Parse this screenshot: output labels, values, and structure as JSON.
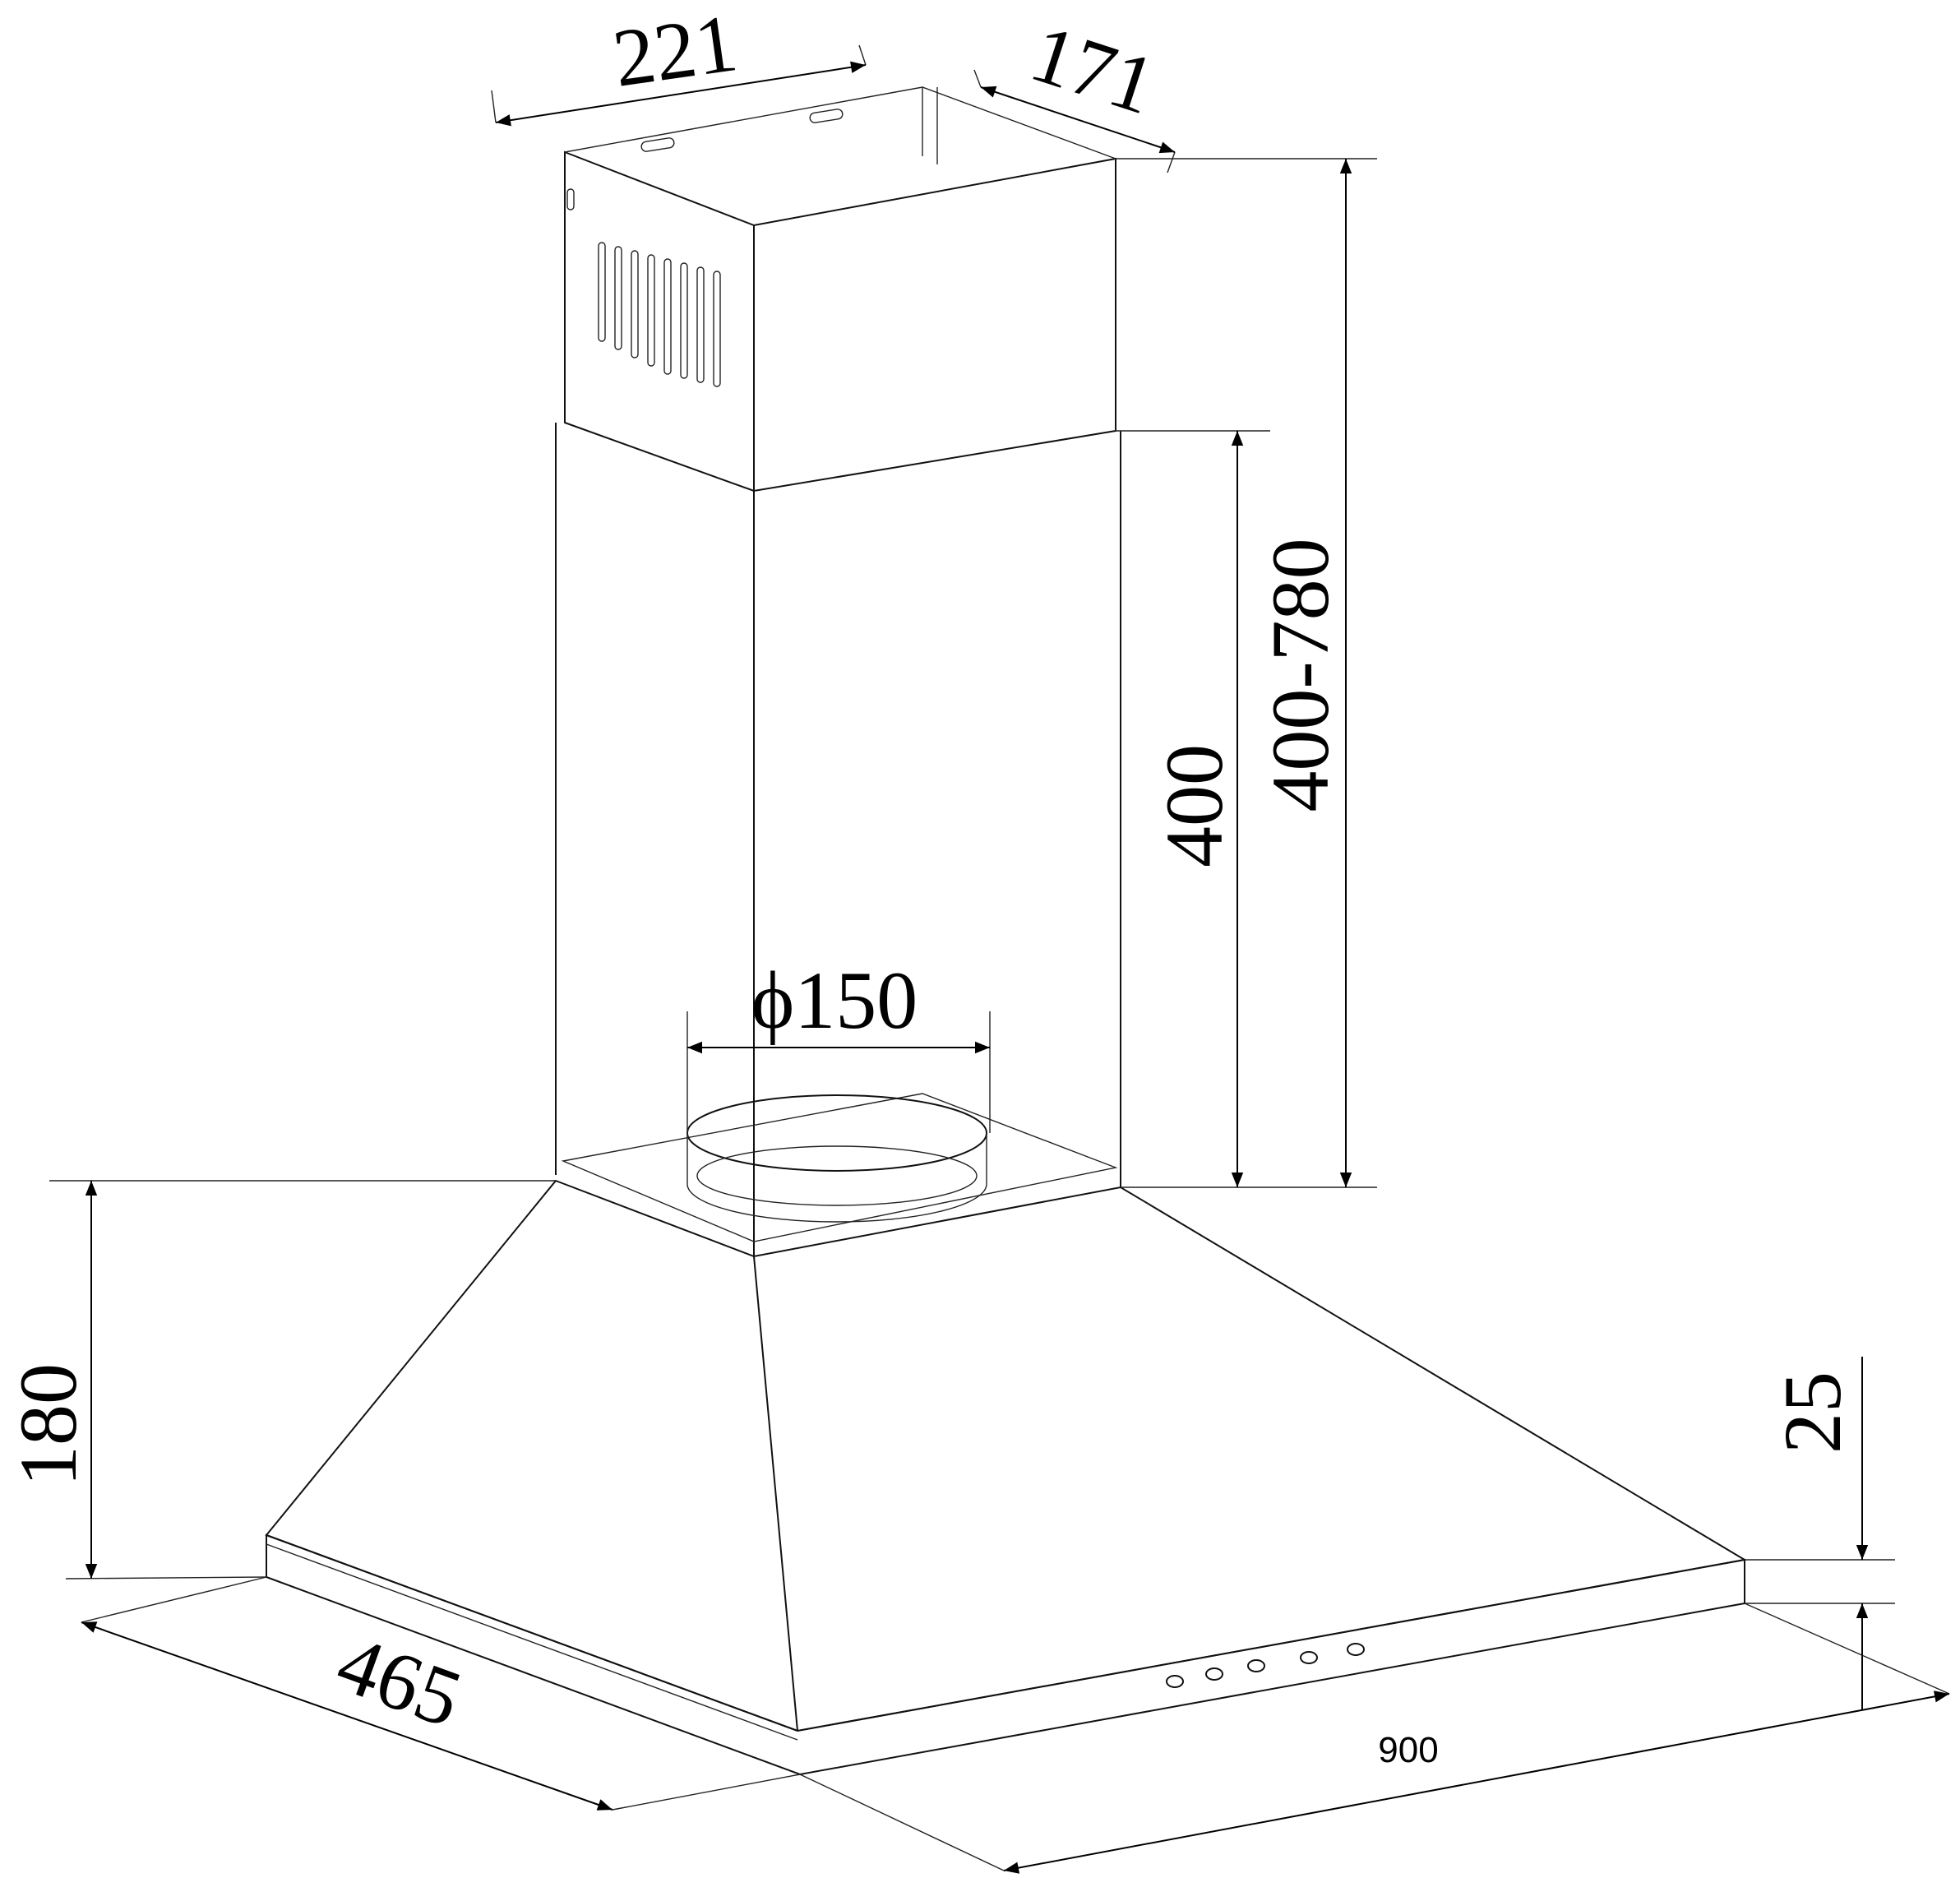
{
  "drawing": {
    "dimensions": {
      "chimney_width": "221",
      "chimney_depth": "171",
      "chimney_total_height": "400-780",
      "lower_chimney_height": "400",
      "duct_diameter": "ϕ150",
      "hood_height": "180",
      "band_height": "25",
      "hood_depth": "465",
      "hood_width": "900"
    },
    "colors": {
      "line": "#111111",
      "background": "#ffffff"
    }
  }
}
